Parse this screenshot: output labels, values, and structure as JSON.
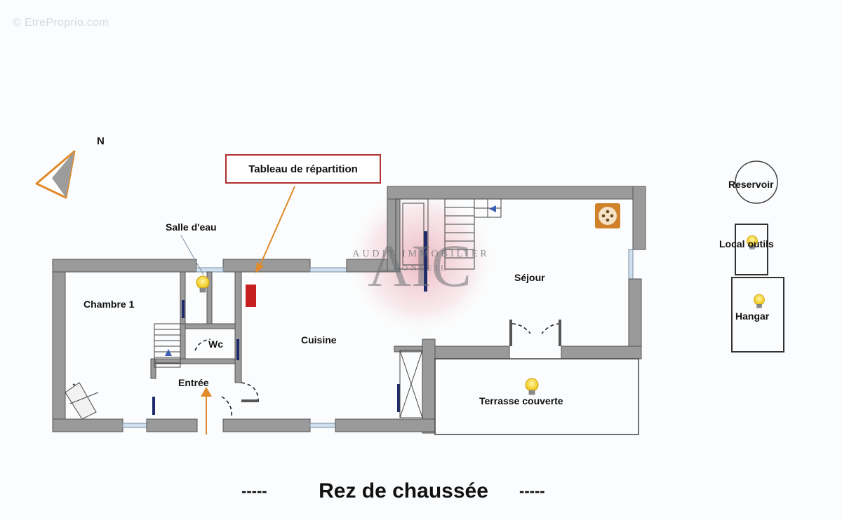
{
  "watermark": "© EtreProprio.com",
  "compass": {
    "north_label": "N"
  },
  "callout": {
    "label": "Tableau de répartition"
  },
  "logo": {
    "letters": "AIC",
    "top_text": "AUDIT IMMOBILIER",
    "bottom_text": "CONSEIL"
  },
  "rooms": {
    "salle_eau": "Salle d'eau",
    "chambre1": "Chambre 1",
    "wc": "Wc",
    "entree": "Entrée",
    "cuisine": "Cuisine",
    "sejour": "Séjour",
    "terrasse": "Terrasse couverte",
    "reservoir": "Reservoir",
    "local_outils": "Local outils",
    "hangar": "Hangar"
  },
  "footer": {
    "title": "Rez de chaussée",
    "dashes": "-----"
  },
  "colors": {
    "wall": "#9a9a9a",
    "wall_stroke": "#555555",
    "arrow": "#e08a2a",
    "callout_border": "#b03030",
    "door_mark": "#1e2a6a",
    "heater": "#c62020",
    "logo_glow": "#e8a0ac",
    "bulb": "#f3d22a"
  },
  "icons": [
    "north-arrow-icon",
    "bulb-icon",
    "stair-arrow-icon",
    "outlet-icon",
    "heater-icon",
    "entrance-arrow-icon"
  ]
}
